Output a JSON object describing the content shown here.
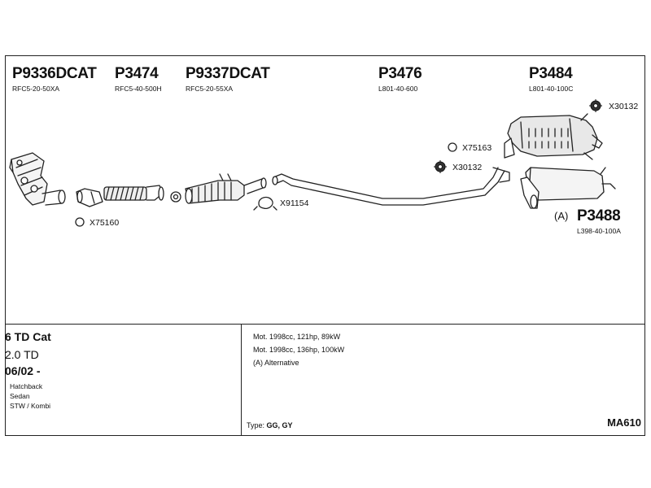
{
  "parts": [
    {
      "code": "P9336DCAT",
      "ref": "RFC5-20-50XA"
    },
    {
      "code": "P3474",
      "ref": "RFC5-40-500H"
    },
    {
      "code": "P9337DCAT",
      "ref": "RFC5-20-55XA"
    },
    {
      "code": "P3476",
      "ref": "L801-40-600"
    },
    {
      "code": "P3484",
      "ref": "L801-40-100C"
    },
    {
      "code": "P3488",
      "ref": "L398-40-100A"
    }
  ],
  "alternative_marker": "(A)",
  "clamps": [
    "X75160",
    "X91154",
    "X75163",
    "X30132",
    "X30132"
  ],
  "vehicle": {
    "engine_code": "6 TD Cat",
    "displacement": "2.0 TD",
    "production": "06/02 -",
    "body_styles": [
      "Hatchback",
      "Sedan",
      "STW / Kombi"
    ]
  },
  "notes": [
    "Mot. 1998cc, 121hp, 89kW",
    "Mot. 1998cc, 136hp, 100kW",
    "(A) Alternative"
  ],
  "type": {
    "label": "Type:",
    "value": "GG, GY"
  },
  "catalog_id": "MA610"
}
